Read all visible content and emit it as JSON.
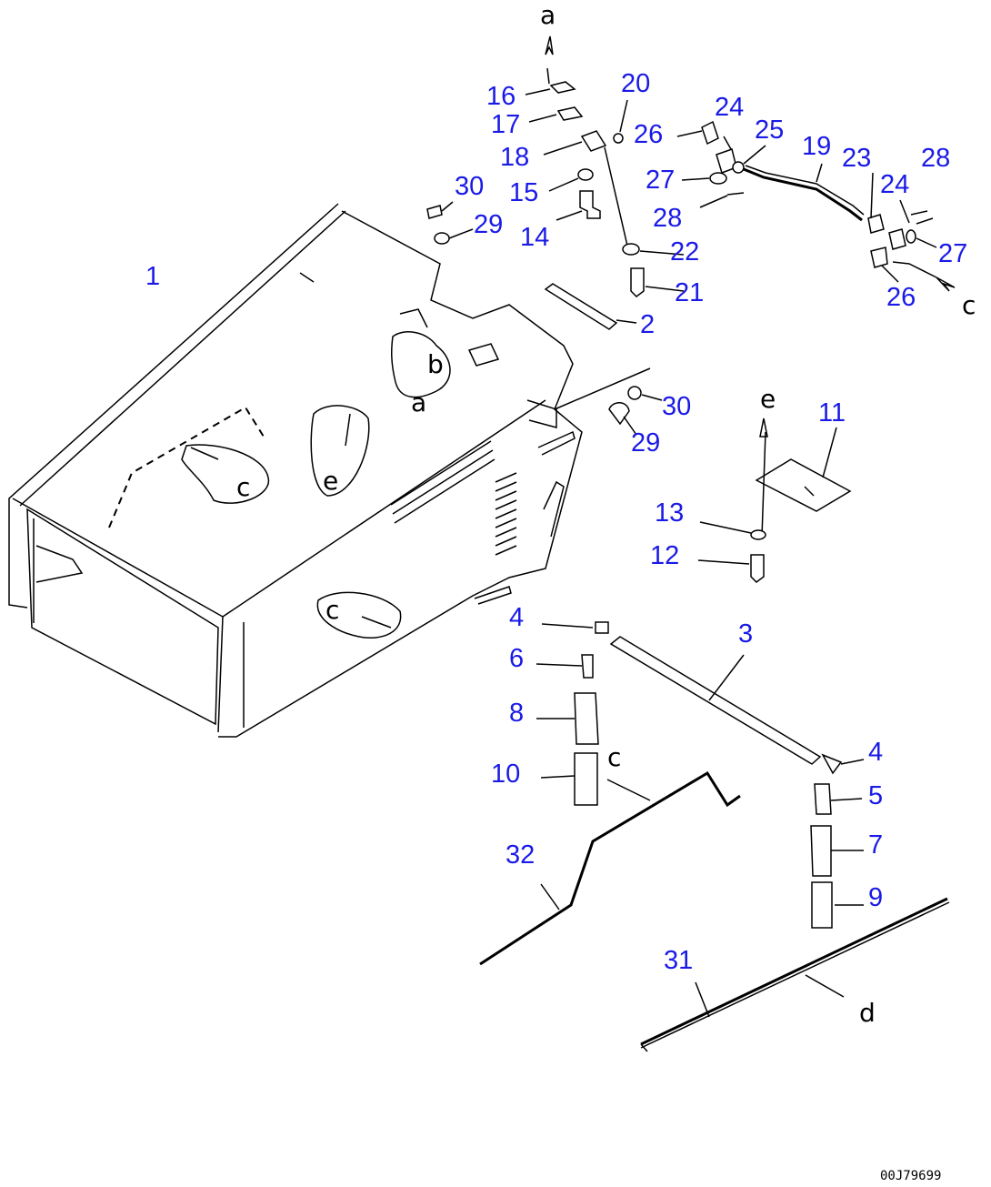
{
  "callouts": [
    {
      "id": "1",
      "label": "1"
    },
    {
      "id": "2",
      "label": "2"
    },
    {
      "id": "3",
      "label": "3"
    },
    {
      "id": "4a",
      "label": "4"
    },
    {
      "id": "4b",
      "label": "4"
    },
    {
      "id": "5",
      "label": "5"
    },
    {
      "id": "6",
      "label": "6"
    },
    {
      "id": "7",
      "label": "7"
    },
    {
      "id": "8",
      "label": "8"
    },
    {
      "id": "9",
      "label": "9"
    },
    {
      "id": "10",
      "label": "10"
    },
    {
      "id": "11",
      "label": "11"
    },
    {
      "id": "12",
      "label": "12"
    },
    {
      "id": "13",
      "label": "13"
    },
    {
      "id": "14",
      "label": "14"
    },
    {
      "id": "15",
      "label": "15"
    },
    {
      "id": "16",
      "label": "16"
    },
    {
      "id": "17",
      "label": "17"
    },
    {
      "id": "18",
      "label": "18"
    },
    {
      "id": "19",
      "label": "19"
    },
    {
      "id": "20",
      "label": "20"
    },
    {
      "id": "21",
      "label": "21"
    },
    {
      "id": "22",
      "label": "22"
    },
    {
      "id": "23",
      "label": "23"
    },
    {
      "id": "24a",
      "label": "24"
    },
    {
      "id": "24b",
      "label": "24"
    },
    {
      "id": "25",
      "label": "25"
    },
    {
      "id": "26a",
      "label": "26"
    },
    {
      "id": "26b",
      "label": "26"
    },
    {
      "id": "27a",
      "label": "27"
    },
    {
      "id": "27b",
      "label": "27"
    },
    {
      "id": "28a",
      "label": "28"
    },
    {
      "id": "28b",
      "label": "28"
    },
    {
      "id": "29a",
      "label": "29"
    },
    {
      "id": "29b",
      "label": "29"
    },
    {
      "id": "30a",
      "label": "30"
    },
    {
      "id": "30b",
      "label": "30"
    },
    {
      "id": "31",
      "label": "31"
    },
    {
      "id": "32",
      "label": "32"
    }
  ],
  "reference_letters": {
    "a_top": "a",
    "a_body": "a",
    "b_body": "b",
    "c_right": "c",
    "c_body_top": "c",
    "c_body_low": "c",
    "c_rod": "c",
    "d_rod": "d",
    "e_plate": "e",
    "e_body": "e"
  },
  "drawing_code": "00J79699",
  "colors": {
    "callout": "#1a1ae6",
    "linework": "#000000",
    "background": "#ffffff"
  }
}
